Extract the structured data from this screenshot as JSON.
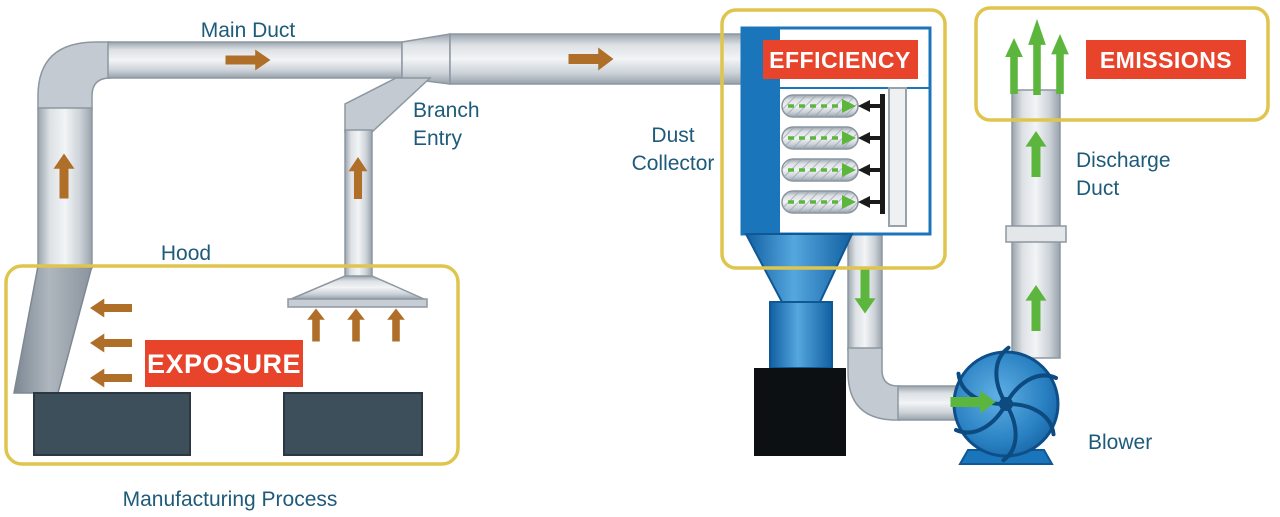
{
  "labels": {
    "main_duct": "Main Duct",
    "branch_entry_line1": "Branch",
    "branch_entry_line2": "Entry",
    "hood": "Hood",
    "dust_collector_line1": "Dust",
    "dust_collector_line2": "Collector",
    "discharge_duct_line1": "Discharge",
    "discharge_duct_line2": "Duct",
    "blower": "Blower",
    "manufacturing_process": "Manufacturing Process"
  },
  "badges": {
    "exposure": "EXPOSURE",
    "efficiency": "EFFICIENCY",
    "emissions": "EMISSIONS"
  },
  "colors": {
    "badge_red": "#E8432B",
    "label_navy": "#1E5B7B",
    "highlight_yellow": "#DFC54E",
    "airflow_brown": "#B06F28",
    "airflow_green": "#5CB53D",
    "collector_blue": "#1B75BB",
    "machine_slate": "#3E4F5C"
  },
  "icons": {
    "dirty_airflow_arrow": "→",
    "clean_airflow_arrow": "→"
  }
}
